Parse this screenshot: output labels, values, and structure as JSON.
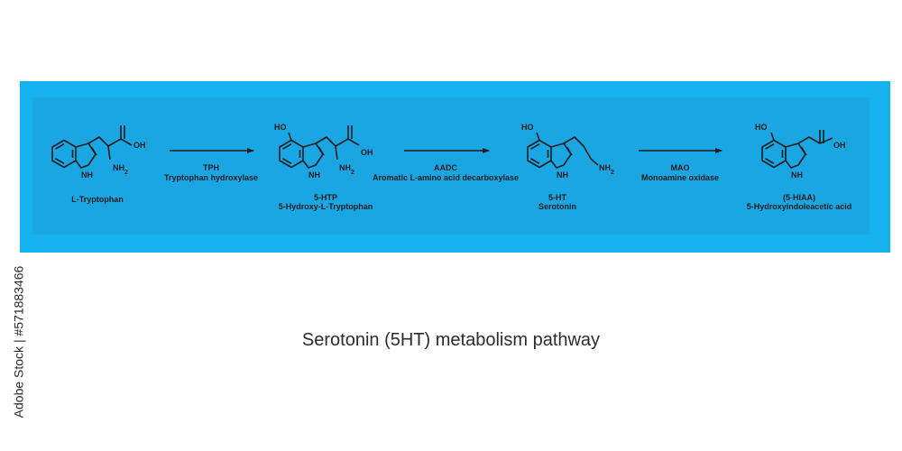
{
  "colors": {
    "banner_outer": "#15b0ee",
    "banner_inner": "#1aa6e3",
    "ink": "#1d1d1d"
  },
  "title": "Serotonin (5HT) metabolism pathway",
  "watermark": "Adobe Stock | #571883466",
  "compounds": [
    {
      "abbrev": "",
      "name": "L-Tryptophan",
      "atoms": {
        "carboxyl": "OH",
        "amine": "NH2",
        "ring_nh": "NH"
      }
    },
    {
      "abbrev": "5-HTP",
      "name": "5-Hydroxy-L-Tryptophan",
      "atoms": {
        "hydroxyl": "HO",
        "carboxyl": "OH",
        "amine": "NH2",
        "ring_nh": "NH"
      }
    },
    {
      "abbrev": "5-HT",
      "name": "Serotonin",
      "atoms": {
        "hydroxyl": "HO",
        "amine": "NH2",
        "ring_nh": "NH"
      }
    },
    {
      "abbrev": "(5-HIAA)",
      "name": "5-Hydroxyindoleacetic acid",
      "atoms": {
        "hydroxyl": "HO",
        "carboxyl": "OH",
        "ring_nh": "NH"
      }
    }
  ],
  "reactions": [
    {
      "enzyme_abbrev": "TPH",
      "enzyme_name": "Tryptophan hydroxylase"
    },
    {
      "enzyme_abbrev": "AADC",
      "enzyme_name": "Aromatic L-amino acid decarboxylase"
    },
    {
      "enzyme_abbrev": "MAO",
      "enzyme_name": "Monoamine oxidase"
    }
  ]
}
